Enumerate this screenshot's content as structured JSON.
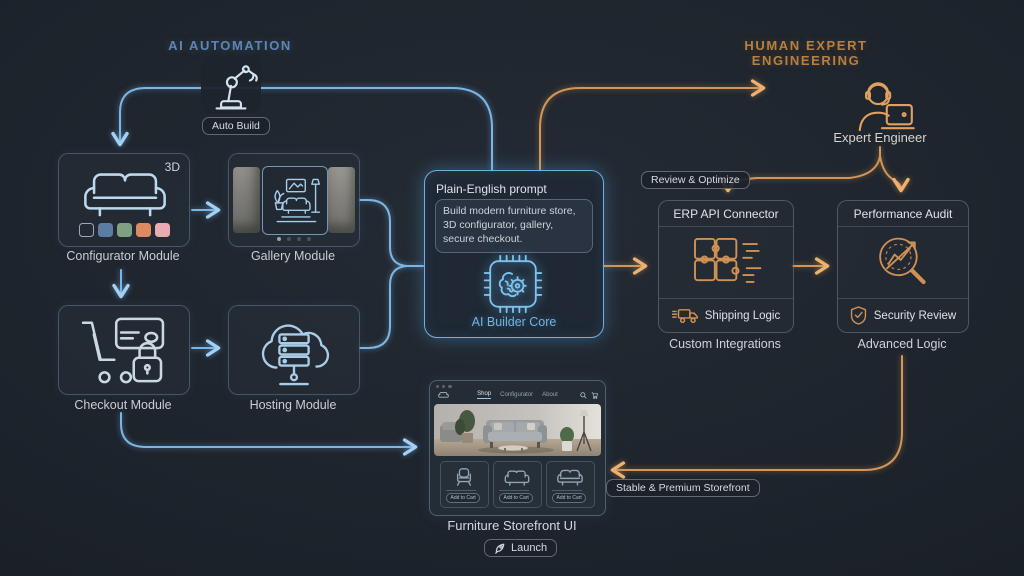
{
  "titles": {
    "ai": "AI AUTOMATION",
    "human": "HUMAN EXPERT ENGINEERING"
  },
  "colors": {
    "background": "#1c222a",
    "ai_accent": "#7db6e2",
    "ai_title": "#5d86b4",
    "human_accent": "#cf9254",
    "human_title": "#b87f41"
  },
  "pills": {
    "auto_build": "Auto Build",
    "review_optimize": "Review & Optimize",
    "stable_premium": "Stable & Premium Storefront",
    "launch": "Launch"
  },
  "modules": {
    "configurator": {
      "label": "Configurator Module",
      "badge": "3D",
      "swatches": [
        "none",
        "#5c7da3",
        "#7fa182",
        "#dd8a61",
        "#e9aab4"
      ]
    },
    "gallery": {
      "label": "Gallery Module",
      "carousel_dots": 4
    },
    "checkout": {
      "label": "Checkout Module"
    },
    "hosting": {
      "label": "Hosting Module"
    }
  },
  "core": {
    "header": "Plain-English prompt",
    "prompt": "Build modern furniture store, 3D configurator, gallery, secure checkout.",
    "label": "AI Builder Core"
  },
  "human_side": {
    "engineer_label": "Expert Engineer",
    "erp": {
      "title": "ERP API Connector",
      "feature": "Shipping Logic",
      "caption": "Custom Integrations"
    },
    "audit": {
      "title": "Performance Audit",
      "feature": "Security Review",
      "caption": "Advanced Logic"
    }
  },
  "storefront": {
    "label": "Furniture Storefront UI",
    "nav": [
      "Shop",
      "Configurator",
      "About"
    ],
    "active_nav": "Shop",
    "add_to_cart": "Add to Cart"
  },
  "icons": {
    "left_flow": [
      "robot-arm-icon",
      "sofa-3d-icon",
      "gallery-room-icon",
      "cart-card-lock-icon",
      "cloud-server-icon",
      "chip-brain-icon"
    ],
    "right_flow": [
      "engineer-headset-icon",
      "puzzle-icon",
      "truck-icon",
      "magnifier-chart-icon",
      "shield-check-icon"
    ],
    "storefront": [
      "store-logo-icon",
      "search-icon",
      "cart-icon",
      "rocket-icon"
    ]
  }
}
